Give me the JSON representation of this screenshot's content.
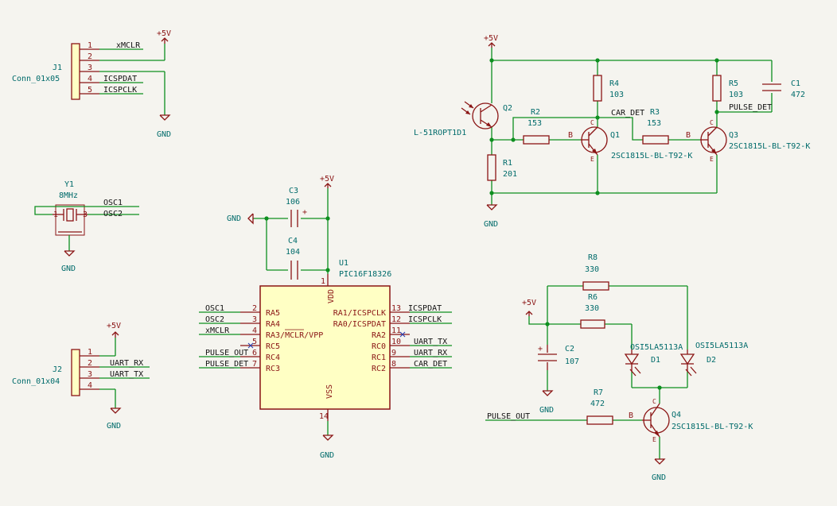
{
  "J1": {
    "ref": "J1",
    "value": "Conn_01x05",
    "pins": [
      "1",
      "2",
      "3",
      "4",
      "5"
    ]
  },
  "J2": {
    "ref": "J2",
    "value": "Conn_01x04",
    "pins": [
      "1",
      "2",
      "3",
      "4"
    ]
  },
  "Y1": {
    "ref": "Y1",
    "value": "8MHz",
    "pin1": "1",
    "pin3": "3"
  },
  "C3": {
    "ref": "C3",
    "value": "106",
    "plus": "+"
  },
  "C4": {
    "ref": "C4",
    "value": "104"
  },
  "C1": {
    "ref": "C1",
    "value": "472"
  },
  "C2": {
    "ref": "C2",
    "value": "107",
    "plus": "+"
  },
  "U1": {
    "ref": "U1",
    "value": "PIC16F18326",
    "vdd": "VDD",
    "vss": "VSS",
    "vdd_pin": "1",
    "vss_pin": "14",
    "left_pins": [
      {
        "num": "2",
        "name": "RA5"
      },
      {
        "num": "3",
        "name": "RA4"
      },
      {
        "num": "4",
        "name": "RA3/MCLR/VPP"
      },
      {
        "num": "5",
        "name": "RC5"
      },
      {
        "num": "6",
        "name": "RC4"
      },
      {
        "num": "7",
        "name": "RC3"
      }
    ],
    "right_pins": [
      {
        "num": "13",
        "name": "RA1/ICSPCLK"
      },
      {
        "num": "12",
        "name": "RA0/ICSPDAT"
      },
      {
        "num": "11",
        "name": "RA2"
      },
      {
        "num": "10",
        "name": "RC0"
      },
      {
        "num": "9",
        "name": "RC1"
      },
      {
        "num": "8",
        "name": "RC2"
      }
    ]
  },
  "R1": {
    "ref": "R1",
    "value": "201"
  },
  "R2": {
    "ref": "R2",
    "value": "153"
  },
  "R3": {
    "ref": "R3",
    "value": "153"
  },
  "R4": {
    "ref": "R4",
    "value": "103"
  },
  "R5": {
    "ref": "R5",
    "value": "103"
  },
  "R6": {
    "ref": "R6",
    "value": "330"
  },
  "R7": {
    "ref": "R7",
    "value": "472"
  },
  "R8": {
    "ref": "R8",
    "value": "330"
  },
  "Q1": {
    "ref": "Q1",
    "value": "2SC1815L-BL-T92-K",
    "b": "B",
    "c": "C",
    "e": "E"
  },
  "Q2": {
    "ref": "Q2",
    "value": "L-51ROPT1D1"
  },
  "Q3": {
    "ref": "Q3",
    "value": "2SC1815L-BL-T92-K",
    "b": "B",
    "c": "C",
    "e": "E"
  },
  "Q4": {
    "ref": "Q4",
    "value": "2SC1815L-BL-T92-K",
    "b": "B",
    "c": "C",
    "e": "E"
  },
  "D1": {
    "ref": "D1",
    "value": "OSI5LA5113A"
  },
  "D2": {
    "ref": "D2",
    "value": "OSI5LA5113A"
  },
  "power": {
    "vcc": "+5V",
    "gnd": "GND"
  },
  "nets": {
    "mclr_j1": "xMCLR",
    "icspdat_j1": "ICSPDAT",
    "icspclk_j1": "ICSPCLK",
    "osc1_y": "OSC1",
    "osc2_y": "OSC2",
    "uartrx_j2": "UART_RX",
    "uarttx_j2": "UART_TX",
    "osc1_u": "OSC1",
    "osc2_u": "OSC2",
    "mclr_u": "xMCLR",
    "pulseout_u": "PULSE_OUT",
    "pulsedet_u": "PULSE_DET",
    "icspdat_u": "ICSPDAT",
    "icspclk_u": "ICSPCLK",
    "uarttx_u": "UART_TX",
    "uartrx_u": "UART_RX",
    "cardet_u": "CAR_DET",
    "cardet_det": "CAR_DET",
    "pulsedet_det": "PULSE_DET",
    "pulseout_led": "PULSE_OUT"
  }
}
